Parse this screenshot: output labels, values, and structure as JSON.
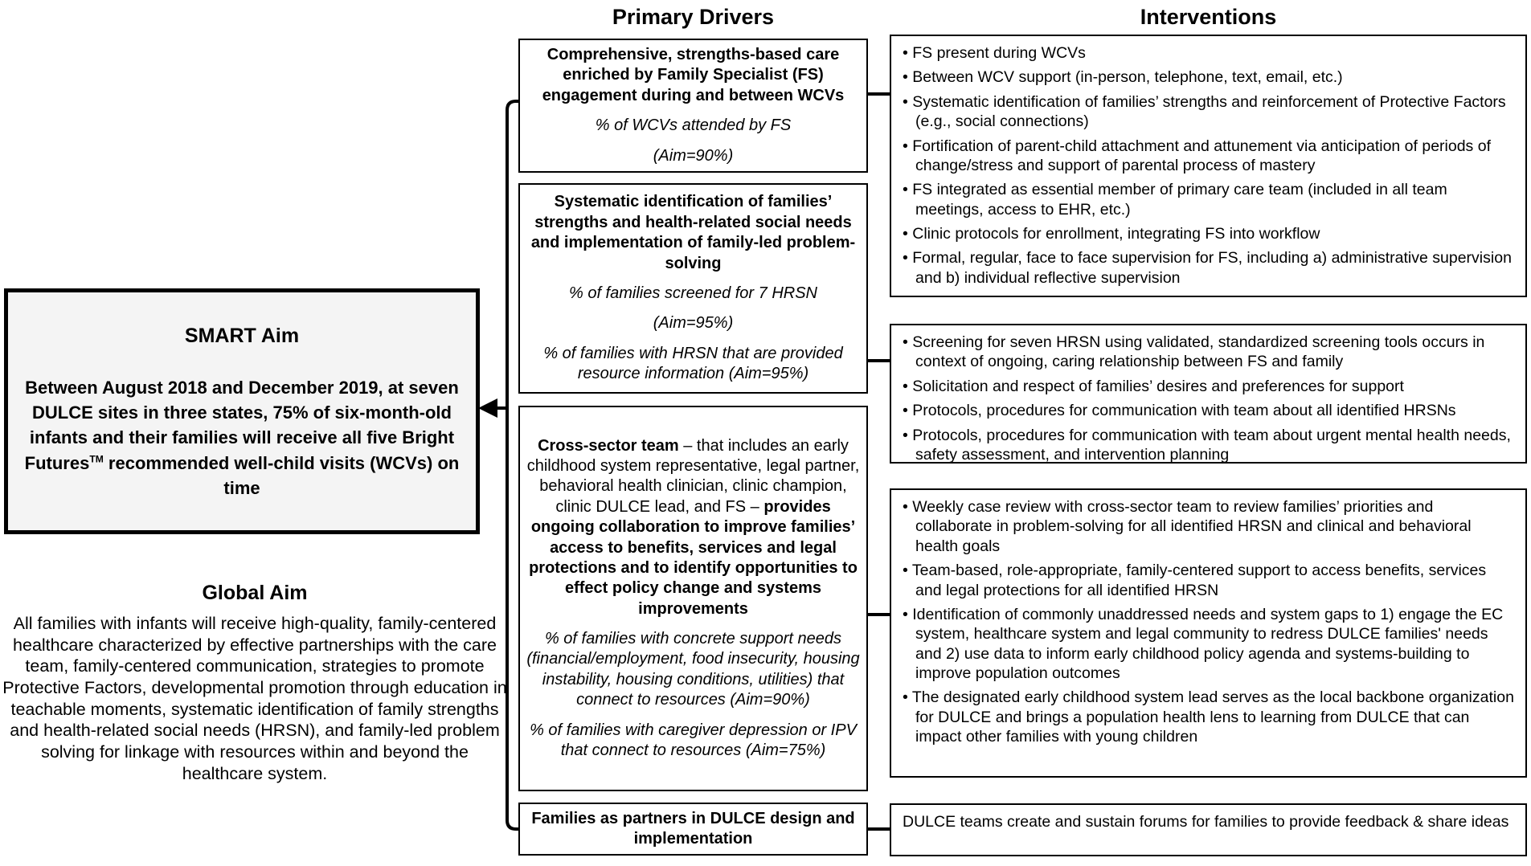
{
  "headers": {
    "primary_drivers": "Primary Drivers",
    "interventions": "Interventions"
  },
  "smart_aim": {
    "title": "SMART Aim",
    "body_before_tm": "Between August 2018 and December 2019, at seven DULCE sites in three states, 75% of six-month-old infants and their families will receive all five Bright Futures",
    "tm": "TM",
    "body_after_tm": " recommended well-child visits (WCVs) on time"
  },
  "global_aim": {
    "title": "Global Aim",
    "body": "All families with infants will receive high-quality, family-centered healthcare characterized by effective partnerships with the care team, family-centered communication, strategies to promote Protective Factors, developmental promotion through education in teachable moments, systematic identification of family strengths and health-related social needs (HRSN), and family-led problem solving for linkage with resources within and beyond the healthcare system."
  },
  "drivers": [
    {
      "title_segments": [
        {
          "text": "Comprehensive, strengths-based care enriched by Family Specialist (FS) engagement during and between WCVs",
          "bold": true
        }
      ],
      "measures": [
        "% of WCVs attended by FS",
        "(Aim=90%)"
      ]
    },
    {
      "title_segments": [
        {
          "text": "Systematic identification of families’ strengths and health-related social needs and implementation of family-led problem-solving",
          "bold": true
        }
      ],
      "measures": [
        "% of families screened for 7 HRSN",
        "(Aim=95%)",
        "% of families with HRSN that are provided resource information (Aim=95%)"
      ]
    },
    {
      "title_segments": [
        {
          "text": "Cross-sector team",
          "bold": true
        },
        {
          "text": " – that includes an early childhood system representative, legal partner, behavioral health clinician, clinic champion, clinic DULCE lead, and FS – ",
          "bold": false
        },
        {
          "text": "provides ongoing collaboration to improve families’ access to benefits, services and legal protections and to identify opportunities to effect policy change and systems improvements",
          "bold": true
        }
      ],
      "measures": [
        "% of families with concrete support needs (financial/employment, food insecurity, housing instability, housing conditions, utilities) that connect to resources (Aim=90%)",
        "% of families with caregiver depression or IPV that connect to resources (Aim=75%)"
      ]
    },
    {
      "title_segments": [
        {
          "text": "Families as partners in DULCE design and implementation",
          "bold": true
        }
      ],
      "measures": []
    }
  ],
  "interventions": [
    {
      "bullets": [
        "FS present during WCVs",
        "Between WCV support (in-person, telephone, text, email, etc.)",
        "Systematic identification of families’ strengths and reinforcement of Protective Factors (e.g., social connections)",
        "Fortification of parent-child attachment and attunement via anticipation of periods of change/stress and support of parental process of mastery",
        "FS integrated as essential member of primary care team (included in all team meetings, access to EHR, etc.)",
        "Clinic protocols for enrollment, integrating FS into workflow",
        "Formal, regular, face to face supervision for FS, including a) administrative supervision and b) individual reflective supervision"
      ]
    },
    {
      "bullets": [
        "Screening for seven HRSN using validated, standardized screening tools occurs in context of ongoing, caring relationship between FS and family",
        "Solicitation and respect of families’ desires and preferences for support",
        "Protocols, procedures for communication with team about all identified HRSNs",
        "Protocols, procedures for communication with team about urgent mental health needs, safety assessment, and intervention planning"
      ]
    },
    {
      "bullets": [
        "Weekly case review with cross-sector team to review families’ priorities and collaborate in problem-solving for all identified HRSN and clinical and behavioral health goals",
        "Team-based, role-appropriate, family-centered support to access benefits, services and legal protections for all identified HRSN",
        "Identification of commonly unaddressed needs and system gaps to 1) engage the EC system, healthcare system and legal community to redress DULCE families' needs and 2) use data to inform early childhood policy agenda and systems-building to improve population outcomes",
        "The designated early childhood system lead serves as the local backbone organization for DULCE and brings a population health lens to learning from DULCE that can impact other families with young children"
      ]
    },
    {
      "plain_text": "DULCE teams create and sustain forums for families to provide feedback & share ideas"
    }
  ]
}
